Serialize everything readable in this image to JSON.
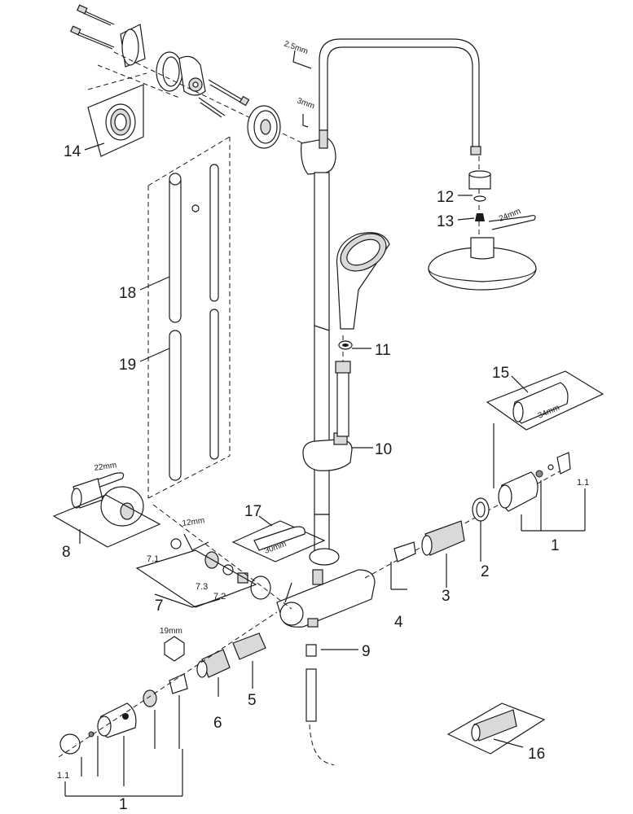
{
  "callouts": {
    "c1_right": "1",
    "c1_1_right": "1.1",
    "c2": "2",
    "c3": "3",
    "c4": "4",
    "c5": "5",
    "c6": "6",
    "c7": "7",
    "c7_1": "7.1",
    "c7_2": "7.2",
    "c7_3": "7.3",
    "c8": "8",
    "c9": "9",
    "c10": "10",
    "c11": "11",
    "c12": "12",
    "c13": "13",
    "c14": "14",
    "c15": "15",
    "c16": "16",
    "c17": "17",
    "c18": "18",
    "c19": "19",
    "c1_left": "1",
    "c1_1_left": "1.1"
  },
  "tool_labels": {
    "allen_2_5": "2.5mm",
    "allen_3": "3mm",
    "wrench_24": "24mm",
    "wrench_22": "22mm",
    "allen_12": "12mm",
    "wrench_30": "30mm",
    "hex_19": "19mm",
    "size_34": "34mm"
  }
}
